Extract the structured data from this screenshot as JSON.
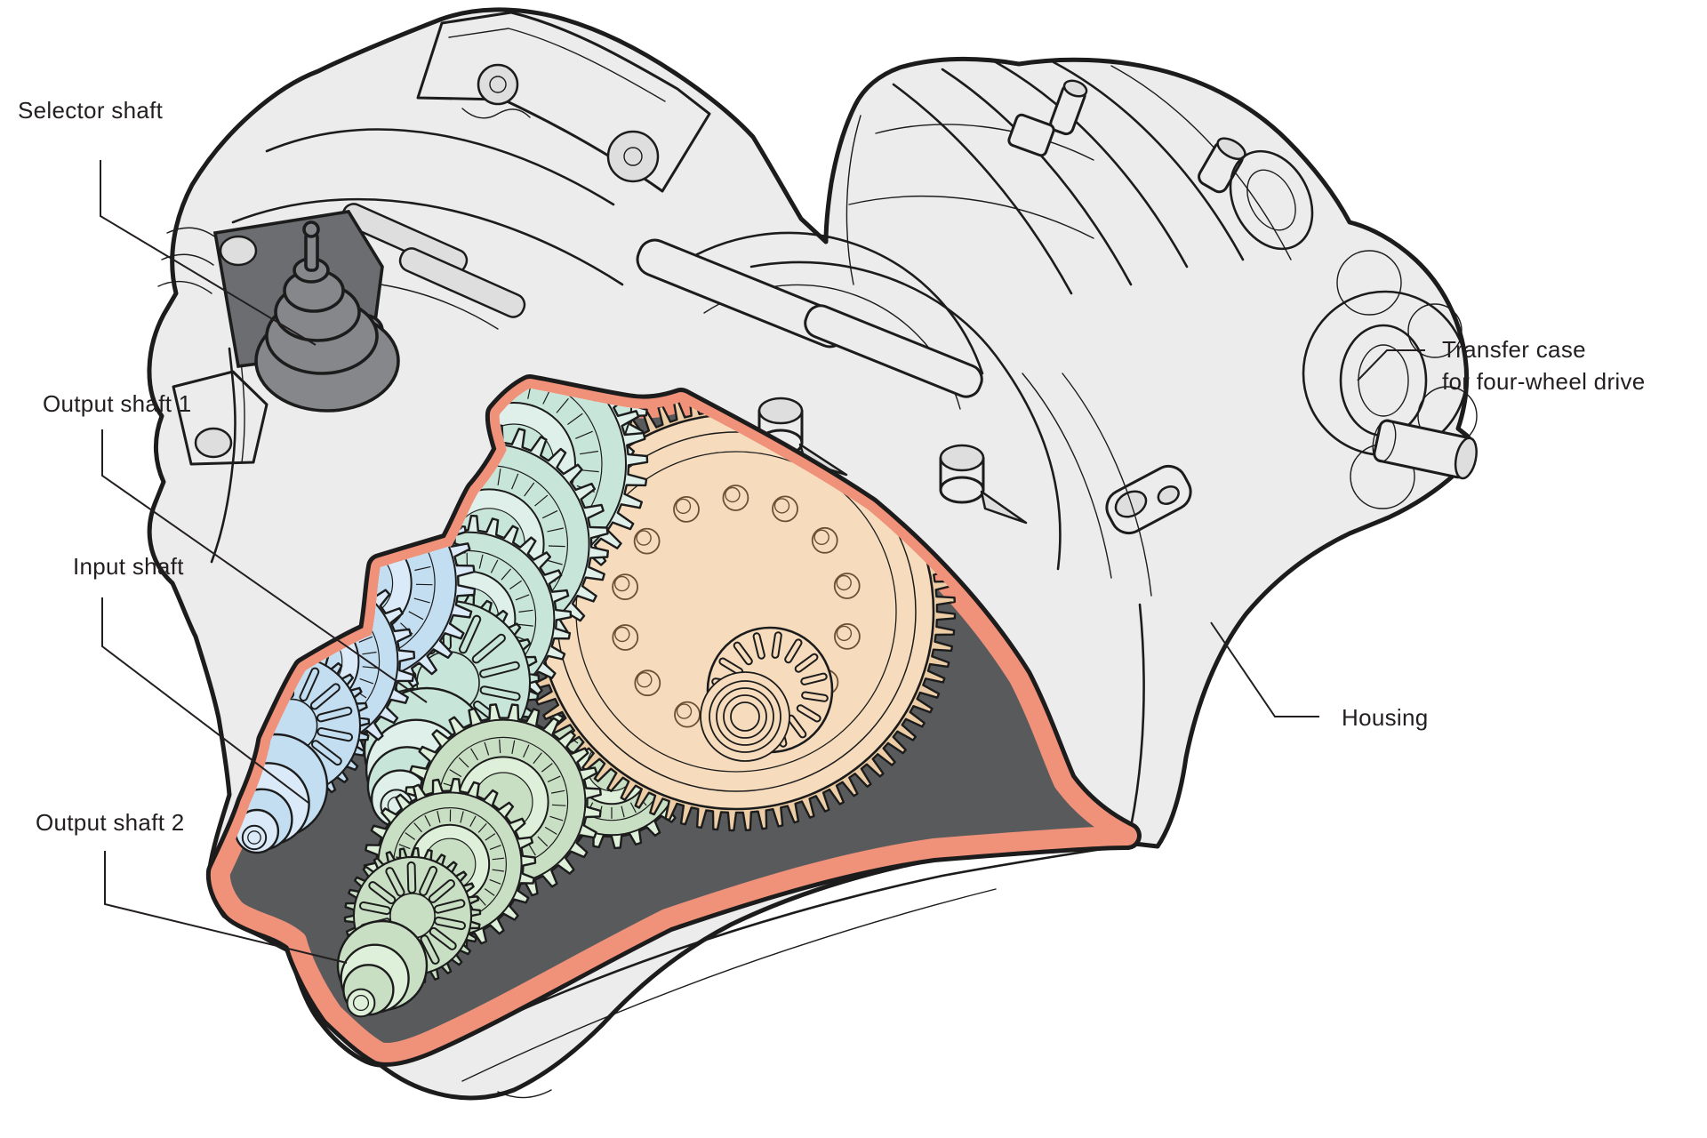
{
  "labels": {
    "selector_shaft": "Selector shaft",
    "output_shaft_1": "Output shaft 1",
    "input_shaft": "Input shaft",
    "output_shaft_2": "Output shaft 2",
    "transfer_case_line1": "Transfer case",
    "transfer_case_line2": "for four-wheel drive",
    "housing": "Housing"
  },
  "colors": {
    "bg": "#ffffff",
    "outline": "#1c1c1c",
    "housing": "#ececec",
    "housing2": "#dedede",
    "dark": "#595a5c",
    "salmon": "#f0917a",
    "tan": "#f6dcbd",
    "tanshade": "#eccda6",
    "teal": "#c8e5da",
    "teallight": "#def0e9",
    "blue": "#c3ddf1",
    "bluelight": "#daeaf8",
    "green": "#c9dfc4",
    "greenlight": "#def0da",
    "selgray": "#85878a",
    "seldark": "#6b6d70",
    "text": "#231f20"
  }
}
